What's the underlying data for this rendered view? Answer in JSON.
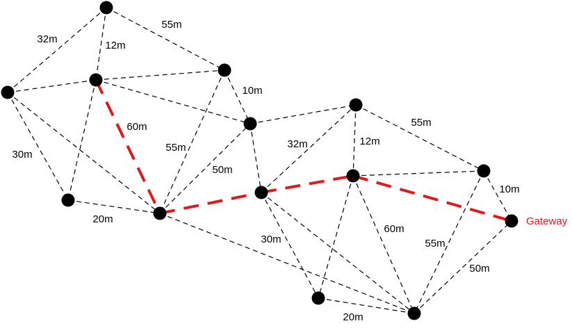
{
  "colors": {
    "edge": "#000000",
    "route": "#e0191b",
    "node": "#000000",
    "background": "#ffffff"
  },
  "diagram": {
    "type": "mesh-network",
    "gateway_label": "Gateway",
    "nodes": [
      "n1",
      "n2",
      "n3",
      "n4",
      "n5",
      "n6",
      "n7",
      "n8",
      "n9",
      "n10",
      "n11",
      "n12",
      "n13",
      "n14",
      "n15"
    ],
    "edges": [
      {
        "from": "n1",
        "to": "n2",
        "label": "32m",
        "route": false
      },
      {
        "from": "n1",
        "to": "n4",
        "label": "55m",
        "route": false
      },
      {
        "from": "n1",
        "to": "n3",
        "label": "12m",
        "route": false
      },
      {
        "from": "n2",
        "to": "n3",
        "label": "",
        "route": false
      },
      {
        "from": "n2",
        "to": "n5",
        "label": "30m",
        "route": false
      },
      {
        "from": "n2",
        "to": "n6",
        "label": "",
        "route": false
      },
      {
        "from": "n3",
        "to": "n4",
        "label": "",
        "route": false
      },
      {
        "from": "n3",
        "to": "n5",
        "label": "",
        "route": false
      },
      {
        "from": "n3",
        "to": "n7",
        "label": "",
        "route": false
      },
      {
        "from": "n3",
        "to": "n6",
        "label": "60m",
        "route": true
      },
      {
        "from": "n4",
        "to": "n7",
        "label": "10m",
        "route": false
      },
      {
        "from": "n4",
        "to": "n6",
        "label": "55m",
        "route": false
      },
      {
        "from": "n5",
        "to": "n6",
        "label": "20m",
        "route": false
      },
      {
        "from": "n6",
        "to": "n7",
        "label": "50m",
        "route": false
      },
      {
        "from": "n6",
        "to": "n8",
        "label": "",
        "route": true
      },
      {
        "from": "n6",
        "to": "n13",
        "label": "",
        "route": false
      },
      {
        "from": "n7",
        "to": "n8",
        "label": "",
        "route": false
      },
      {
        "from": "n7",
        "to": "n9",
        "label": "",
        "route": false
      },
      {
        "from": "n8",
        "to": "n9",
        "label": "32m",
        "route": false
      },
      {
        "from": "n8",
        "to": "n10",
        "label": "",
        "route": true
      },
      {
        "from": "n8",
        "to": "n12",
        "label": "30m",
        "route": false
      },
      {
        "from": "n8",
        "to": "n13",
        "label": "",
        "route": false
      },
      {
        "from": "n9",
        "to": "n11",
        "label": "55m",
        "route": false
      },
      {
        "from": "n9",
        "to": "n10",
        "label": "12m",
        "route": false
      },
      {
        "from": "n10",
        "to": "n11",
        "label": "",
        "route": false
      },
      {
        "from": "n10",
        "to": "n12",
        "label": "",
        "route": false
      },
      {
        "from": "n10",
        "to": "n13",
        "label": "60m",
        "route": false
      },
      {
        "from": "n10",
        "to": "n14",
        "label": "",
        "route": true
      },
      {
        "from": "n11",
        "to": "n14",
        "label": "10m",
        "route": false
      },
      {
        "from": "n11",
        "to": "n13",
        "label": "55m",
        "route": false
      },
      {
        "from": "n12",
        "to": "n13",
        "label": "20m",
        "route": false
      },
      {
        "from": "n13",
        "to": "n14",
        "label": "50m",
        "route": false
      }
    ]
  }
}
